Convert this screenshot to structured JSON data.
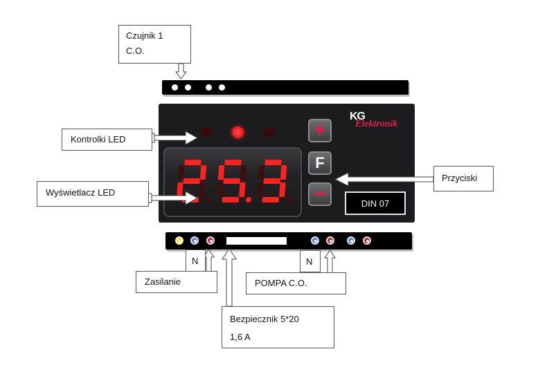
{
  "labels": {
    "sensor_line1": "Czujnik 1",
    "sensor_line2": "C.O.",
    "leds": "Kontrolki LED",
    "display": "Wyświetlacz LED",
    "buttons": "Przyciski",
    "power_n": "N",
    "power": "Zasilanie",
    "pump_n": "N",
    "pump": "POMPA C.O.",
    "fuse_line1": "Bezpiecznik 5*20",
    "fuse_line2": "1,6 A"
  },
  "device": {
    "brand_kg": "KG",
    "brand_name": "Elektronik",
    "model": "DIN 07",
    "display_value": "25.3",
    "button_plus": "+",
    "button_f": "F",
    "button_minus": "−"
  },
  "colors": {
    "panel": "#1c1c1e",
    "led_off": "#3a0a0a",
    "led_on": "#ff1a1a",
    "segment_on": "#ff2020",
    "segment_off": "#3a1010",
    "brand_red": "#e0224a",
    "terminal_blue": "#5a7fd6",
    "terminal_red": "#b03030",
    "terminal_yellow": "#f3e24a"
  },
  "icons": {
    "plus": "plus-icon",
    "f": "function-icon",
    "minus": "minus-icon"
  }
}
